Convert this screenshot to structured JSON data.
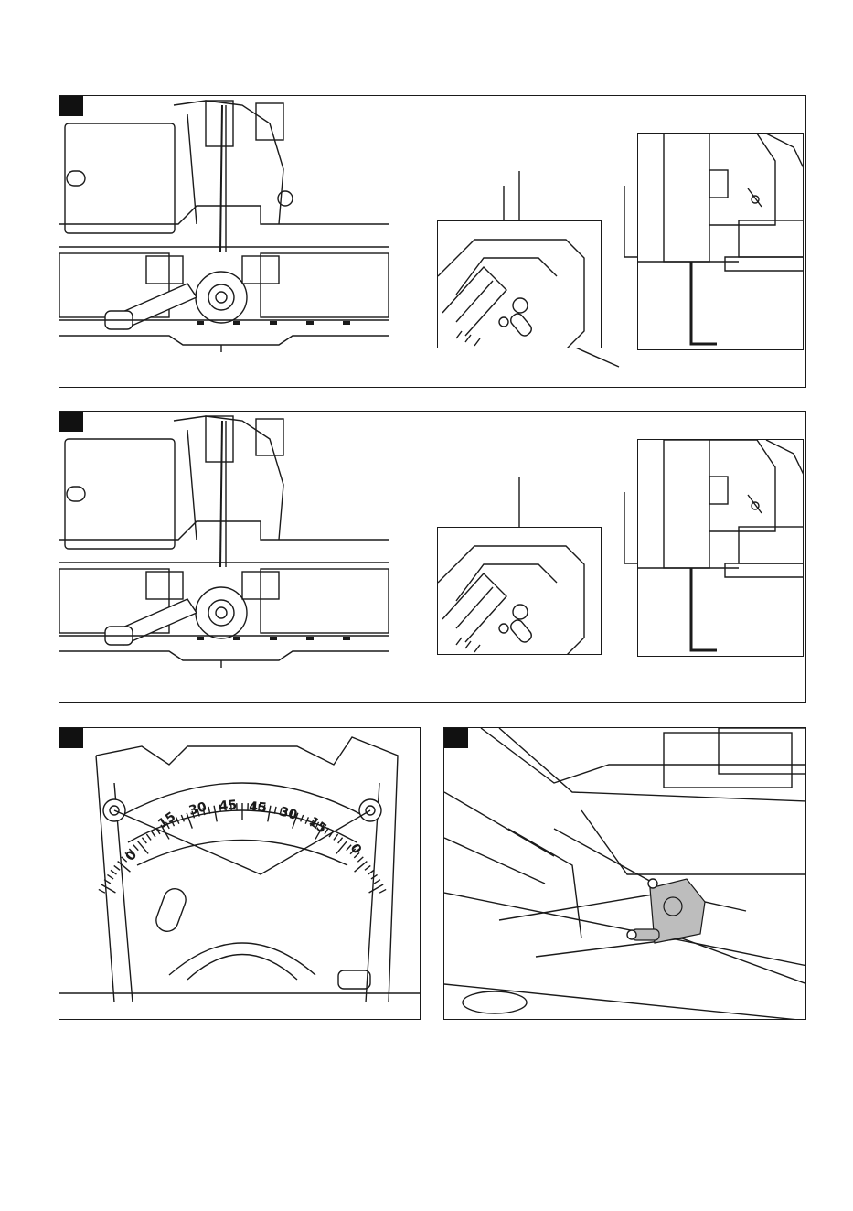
{
  "figures": [
    {
      "id": "fig-a",
      "insets": 2
    },
    {
      "id": "fig-b",
      "insets": 2
    },
    {
      "id": "fig-c",
      "scale": {
        "labels": [
          "0",
          "15",
          "30",
          "45",
          "45",
          "30",
          "15",
          "0"
        ]
      }
    },
    {
      "id": "fig-d"
    }
  ],
  "colors": {
    "line": "#1a1a1a",
    "tag": "#111111",
    "accent_part": "#bdbdbd"
  },
  "icons": [
    "hex-key-icon",
    "bolt-icon"
  ]
}
